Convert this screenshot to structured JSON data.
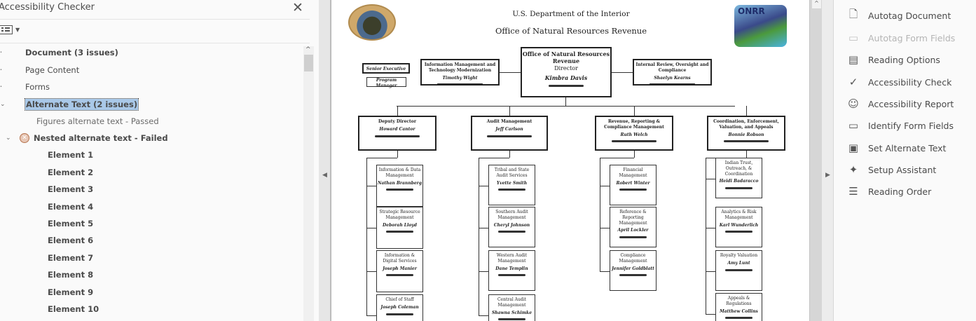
{
  "left_panel": {
    "title": "Accessibility Checker",
    "close_icon": "close-icon",
    "options_icon": "options-menu-icon",
    "tree": [
      {
        "label": "Document (3 issues)",
        "bold": true,
        "twisty": "collapsed"
      },
      {
        "label": "Page Content",
        "bold": false,
        "twisty": "collapsed"
      },
      {
        "label": "Forms",
        "bold": false,
        "twisty": "collapsed"
      },
      {
        "label": "Alternate Text (2 issues)",
        "bold": true,
        "twisty": "expanded",
        "selected": true
      },
      {
        "label": "Figures alternate text - Passed",
        "bold": false
      },
      {
        "label": "Nested alternate text - Failed",
        "bold": true,
        "twisty": "expanded",
        "status": "failed"
      },
      {
        "label": "Element 1"
      },
      {
        "label": "Element 2"
      },
      {
        "label": "Element 3"
      },
      {
        "label": "Element 4"
      },
      {
        "label": "Element 5"
      },
      {
        "label": "Element 6"
      },
      {
        "label": "Element 7"
      },
      {
        "label": "Element 8"
      },
      {
        "label": "Element 9"
      },
      {
        "label": "Element 10"
      }
    ]
  },
  "document": {
    "header_line1": "U.S. Department of the Interior",
    "header_line2": "Office of Natural Resources Revenue",
    "logo_right_text": "ONRR",
    "legend": {
      "senior": "Senior Executive",
      "program": "Program Manager"
    },
    "director": {
      "title": "Office of Natural Resources Revenue",
      "role": "Director",
      "name": "Kimbra Davis"
    },
    "left_staff": {
      "title": "Information Management and Technology Modernization",
      "name": "Timothy Wight"
    },
    "right_staff": {
      "title": "Internal Review, Oversight and Compliance",
      "name": "Shaelyn Kearns"
    },
    "divisions": [
      {
        "title": "Deputy Director",
        "name": "Howard Cantor",
        "units": [
          {
            "title": "Information & Data Management",
            "name": "Nathan Brannberg"
          },
          {
            "title": "Strategic Resource Management",
            "name": "Deborah Lloyd"
          },
          {
            "title": "Information & Digital Services",
            "name": "Joseph Manier"
          },
          {
            "title": "Chief of Staff",
            "name": "Joseph Coleman"
          }
        ]
      },
      {
        "title": "Audit Management",
        "name": "Jeff Carlson",
        "units": [
          {
            "title": "Tribal and State Audit Services",
            "name": "Yvette Smith"
          },
          {
            "title": "Southern Audit Management",
            "name": "Cheryl Johnson"
          },
          {
            "title": "Western Audit Management",
            "name": "Dane Templin"
          },
          {
            "title": "Central Audit Management",
            "name": "Shawna Schimke"
          }
        ]
      },
      {
        "title": "Revenue, Reporting & Compliance Management",
        "name": "Ruth Welch",
        "units": [
          {
            "title": "Financial Management",
            "name": "Robert Winter"
          },
          {
            "title": "Reference & Reporting Management",
            "name": "April Lockler"
          },
          {
            "title": "Compliance Management",
            "name": "Jennifer Goldblatt"
          }
        ]
      },
      {
        "title": "Coordination, Enforcement, Valuation, and Appeals",
        "name": "Bonnie Robson",
        "units": [
          {
            "title": "Indian Trust, Outreach, & Coordination",
            "name": "Heidi Badaracco"
          },
          {
            "title": "Analytics & Risk Management",
            "name": "Karl Wunderlich"
          },
          {
            "title": "Royalty Valuation",
            "name": "Amy Lunt"
          },
          {
            "title": "Appeals & Regulations",
            "name": "Matthew Collins"
          }
        ]
      }
    ]
  },
  "right_panel": {
    "tools": [
      {
        "label": "Autotag Document",
        "icon": "autotag-document-icon",
        "glyph": "🗋",
        "disabled": false
      },
      {
        "label": "Autotag Form Fields",
        "icon": "autotag-form-fields-icon",
        "glyph": "▭",
        "disabled": true
      },
      {
        "label": "Reading Options",
        "icon": "reading-options-icon",
        "glyph": "▤",
        "disabled": false
      },
      {
        "label": "Accessibility Check",
        "icon": "check-circle-icon",
        "glyph": "✓",
        "disabled": false
      },
      {
        "label": "Accessibility Report",
        "icon": "accessibility-person-icon",
        "glyph": "☺",
        "disabled": false
      },
      {
        "label": "Identify Form Fields",
        "icon": "identify-form-fields-icon",
        "glyph": "▭",
        "disabled": false
      },
      {
        "label": "Set Alternate Text",
        "icon": "alternate-text-icon",
        "glyph": "▣",
        "disabled": false
      },
      {
        "label": "Setup Assistant",
        "icon": "magic-wand-icon",
        "glyph": "✦",
        "disabled": false
      },
      {
        "label": "Reading Order",
        "icon": "reading-order-icon",
        "glyph": "☰",
        "disabled": false
      }
    ]
  }
}
